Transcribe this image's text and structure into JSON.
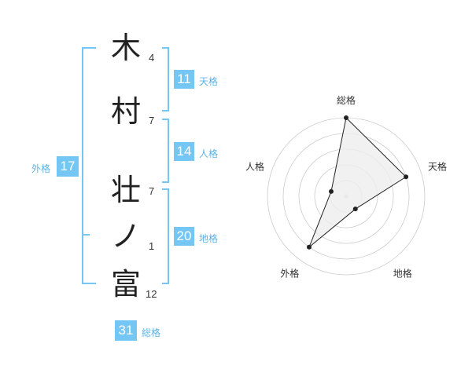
{
  "name_chars": [
    {
      "char": "木",
      "strokes": "4"
    },
    {
      "char": "村",
      "strokes": "7"
    },
    {
      "char": "壮",
      "strokes": "7"
    },
    {
      "char": "ノ",
      "strokes": "1"
    },
    {
      "char": "富",
      "strokes": "12"
    }
  ],
  "grades": {
    "tenkaku": {
      "value": "11",
      "label": "天格"
    },
    "jinkaku": {
      "value": "14",
      "label": "人格"
    },
    "chikaku": {
      "value": "20",
      "label": "地格"
    },
    "gaikaku": {
      "value": "17",
      "label": "外格"
    },
    "soukaku": {
      "value": "31",
      "label": "総格"
    }
  },
  "colors": {
    "accent": "#74c6f5",
    "text": "#222222",
    "radar_line": "#222222",
    "radar_fill": "#eeeeee",
    "ring": "#cccccc"
  },
  "chart_data": {
    "type": "radar",
    "axes": [
      "総格",
      "天格",
      "地格",
      "外格",
      "人格"
    ],
    "values": [
      5,
      4,
      1,
      4,
      1
    ],
    "rings": 5,
    "range": [
      0,
      5
    ]
  }
}
